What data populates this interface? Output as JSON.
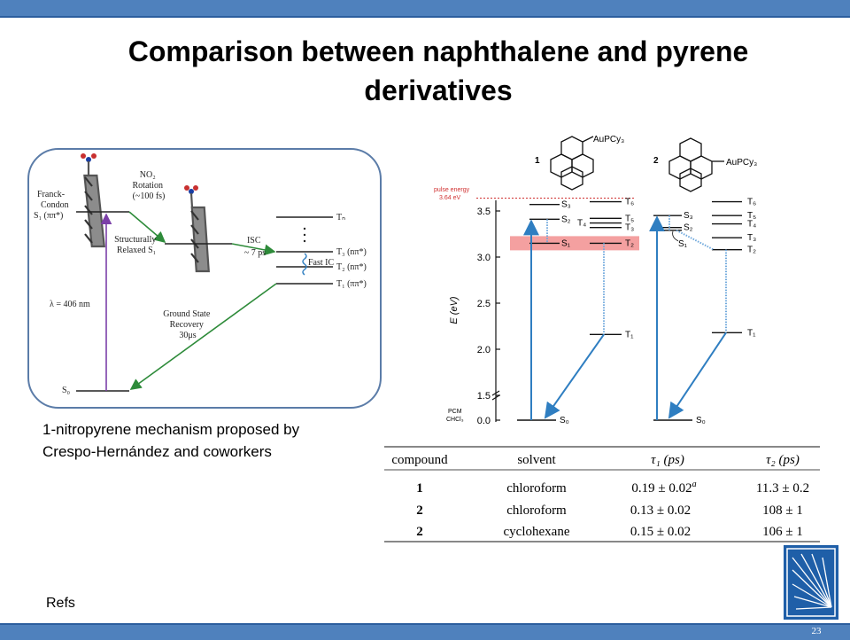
{
  "slide": {
    "title_line1": "Comparison between naphthalene and pyrene",
    "title_line2": "derivatives",
    "caption_line1": "1-nitropyrene mechanism proposed by",
    "caption_line2": "Crespo-Hernández and coworkers",
    "refs": "Refs",
    "slide_number": "23"
  },
  "mechanism": {
    "franck_condon": [
      "Franck-",
      "Condon",
      "S₁ (ππ*)"
    ],
    "no2_rotation": [
      "NO₂",
      "Rotation",
      "(~100 fs)"
    ],
    "relaxed": [
      "Structurally",
      "Relaxed S₁"
    ],
    "isc": [
      "ISC",
      "~ 7 ps"
    ],
    "fast_ic": "Fast IC",
    "tn": "Tₙ",
    "t3": "T₃ (nπ*)",
    "t2": "T₂ (nπ*)",
    "t1": "T₁ (ππ*)",
    "excitation": "λ = 406 nm",
    "recovery": [
      "Ground State",
      "Recovery",
      "30μs"
    ],
    "s0": "S₀"
  },
  "energy_diagram": {
    "axis_label": "E (eV)",
    "ticks": [
      {
        "label": "3.5",
        "value": 3.5
      },
      {
        "label": "3.0",
        "value": 3.0
      },
      {
        "label": "2.5",
        "value": 2.5
      },
      {
        "label": "2.0",
        "value": 2.0
      },
      {
        "label": "1.5",
        "value": 1.5
      },
      {
        "label": "0.0",
        "value": 0.0
      }
    ],
    "pcm_label": [
      "PCM",
      "CHCl₃"
    ],
    "pulse_label": [
      "pulse energy",
      "3.64 eV"
    ],
    "pulse_energy": 3.64,
    "compound1": {
      "label": "1",
      "substituent": "AuPCy₃",
      "singlets": [
        {
          "label": "S₃",
          "energy": 3.57
        },
        {
          "label": "S₂",
          "energy": 3.41
        },
        {
          "label": "S₁",
          "energy": 3.15
        }
      ],
      "triplets": [
        {
          "label": "T₆",
          "energy": 3.6
        },
        {
          "label": "T₅",
          "energy": 3.42
        },
        {
          "label": "T₄",
          "energy": 3.37
        },
        {
          "label": "T₃",
          "energy": 3.32
        },
        {
          "label": "T₂",
          "energy": 3.15
        },
        {
          "label": "T₁",
          "energy": 2.16
        }
      ],
      "s0": {
        "label": "S₀",
        "energy": 0.0
      }
    },
    "compound2": {
      "label": "2",
      "substituent": "AuPCy₃",
      "singlets": [
        {
          "label": "S₃",
          "energy": 3.45
        },
        {
          "label": "S₂",
          "energy": 3.32
        },
        {
          "label": "S₁",
          "energy": 3.29
        }
      ],
      "triplets": [
        {
          "label": "T₆",
          "energy": 3.6
        },
        {
          "label": "T₅",
          "energy": 3.45
        },
        {
          "label": "T₄",
          "energy": 3.36
        },
        {
          "label": "T₃",
          "energy": 3.21
        },
        {
          "label": "T₂",
          "energy": 3.08
        },
        {
          "label": "T₁",
          "energy": 2.18
        }
      ],
      "s0": {
        "label": "S₀",
        "energy": 0.0
      }
    }
  },
  "table": {
    "headers": [
      "compound",
      "solvent",
      "τ₁ (ps)",
      "τ₂ (ps)"
    ],
    "rows": [
      {
        "compound": "1",
        "solvent": "chloroform",
        "tau1": "0.19 ± 0.02",
        "tau1_note": "a",
        "tau2": "11.3 ± 0.2"
      },
      {
        "compound": "2",
        "solvent": "chloroform",
        "tau1": "0.13 ± 0.02",
        "tau1_note": "",
        "tau2": "108 ± 1"
      },
      {
        "compound": "2",
        "solvent": "cyclohexane",
        "tau1": "0.15 ± 0.02",
        "tau1_note": "",
        "tau2": "106 ± 1"
      }
    ]
  },
  "colors": {
    "bar": "#4f81bd",
    "arrow_blue": "#2f7ec1",
    "arrow_green": "#2e8b3a",
    "arrow_purple": "#7b3fa8",
    "highlight": "#f08080",
    "frame": "#5b7ca8"
  }
}
